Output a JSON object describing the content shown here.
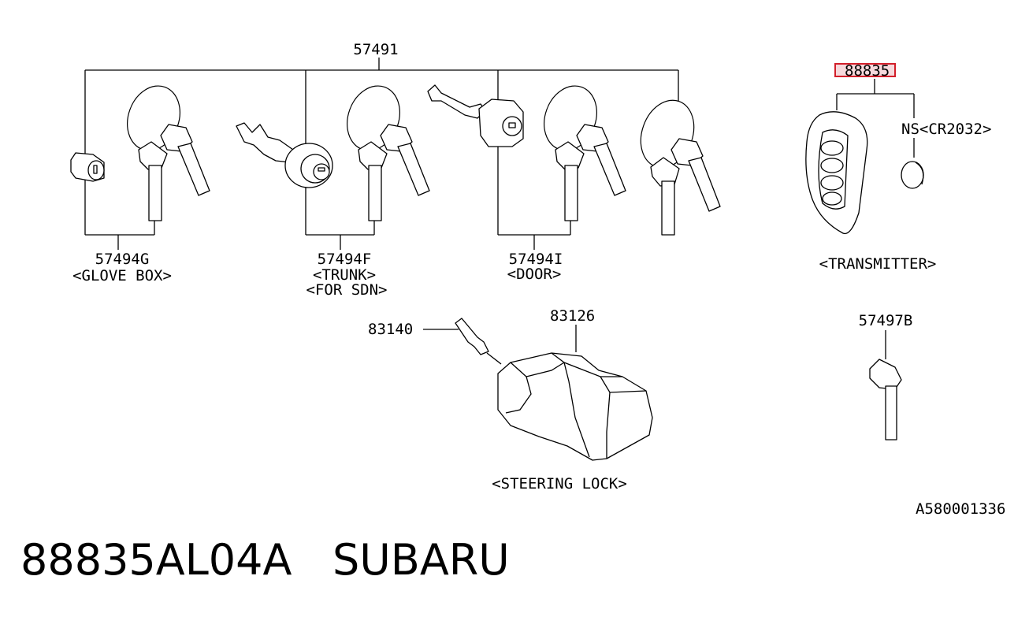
{
  "diagram": {
    "labels": {
      "top_part": "57491",
      "glove_box_part": "57494G",
      "glove_box_name": "<GLOVE BOX>",
      "trunk_part": "57494F",
      "trunk_name": "<TRUNK>",
      "trunk_note": "<FOR SDN>",
      "door_part": "57494I",
      "door_name": "<DOOR>",
      "transmitter_part": "88835",
      "battery": "NS<CR2032>",
      "transmitter_name": "<TRANSMITTER>",
      "switch_part": "83140",
      "steering_lock_part": "83126",
      "steering_lock_name": "<STEERING LOCK>",
      "blank_key_part": "57497B",
      "illustration_id": "A580001336"
    },
    "highlight_color": "#d21f2a"
  },
  "caption": {
    "part_number": "88835AL04A",
    "brand": "SUBARU"
  }
}
